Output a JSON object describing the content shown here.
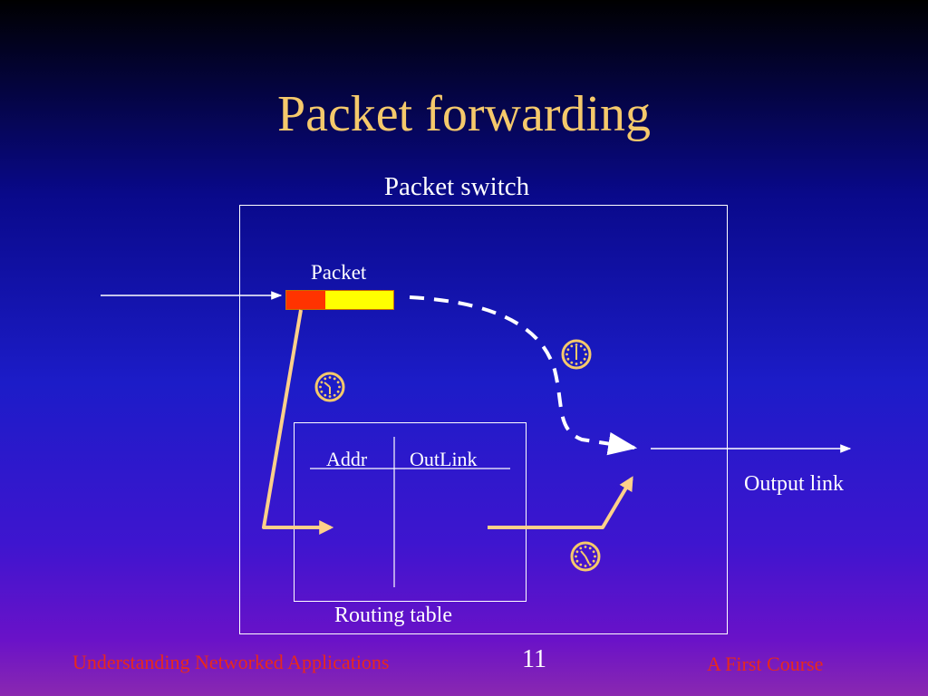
{
  "slide": {
    "title": "Packet forwarding",
    "page_number": "11"
  },
  "diagram": {
    "switch_label": "Packet switch",
    "packet_label": "Packet",
    "routing_table": {
      "label": "Routing table",
      "columns": [
        "Addr",
        "OutLink"
      ]
    },
    "output_label": "Output link",
    "icons": [
      "clock-icon",
      "clock-icon",
      "clock-icon"
    ]
  },
  "footer": {
    "left": "Understanding Networked Applications",
    "right": "A First Course"
  },
  "colors": {
    "title": "#f5c96b",
    "arrow": "#fdd08a",
    "packet_header": "#ff3300",
    "packet_payload": "#ffff00",
    "footer_text": "#e8291c",
    "line": "#ffffff"
  }
}
